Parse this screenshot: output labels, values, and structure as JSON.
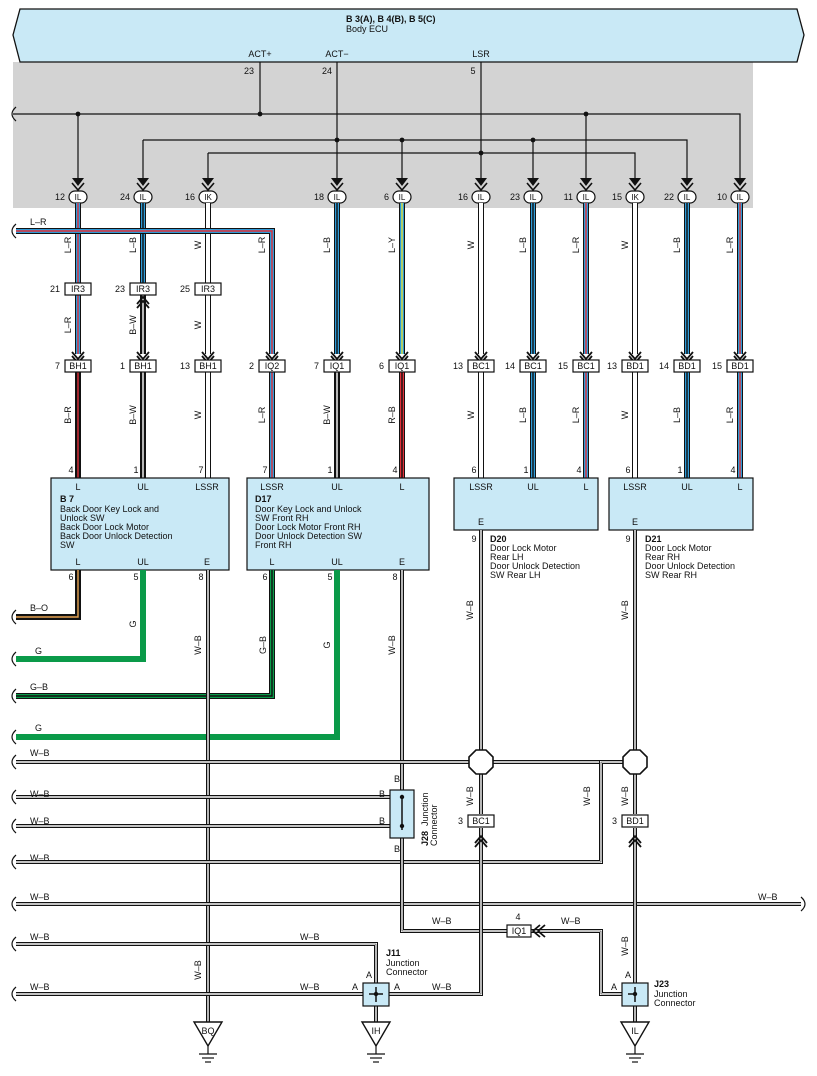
{
  "ecu": {
    "title": "B 3(A), B 4(B), B 5(C)",
    "subtitle": "Body ECU",
    "pins": [
      {
        "name": "ACT+",
        "num": "23"
      },
      {
        "name": "ACT−",
        "num": "24"
      },
      {
        "name": "LSR",
        "num": "5"
      }
    ]
  },
  "connectors_top": [
    {
      "pin": "12",
      "code": "IL",
      "wire": "L–R"
    },
    {
      "pin": "24",
      "code": "IL",
      "wire": "L–B"
    },
    {
      "pin": "16",
      "code": "IK",
      "wire": "W"
    },
    {
      "pin": "18",
      "code": "IL",
      "wire": "L–B"
    },
    {
      "pin": "6",
      "code": "IL",
      "wire": "L–Y"
    },
    {
      "pin": "16",
      "code": "IL",
      "wire": "W"
    },
    {
      "pin": "23",
      "code": "IL",
      "wire": "L–B"
    },
    {
      "pin": "11",
      "code": "IL",
      "wire": "L–R"
    },
    {
      "pin": "15",
      "code": "IK",
      "wire": "W"
    },
    {
      "pin": "22",
      "code": "IL",
      "wire": "L–B"
    },
    {
      "pin": "10",
      "code": "IL",
      "wire": "L–R"
    }
  ],
  "left_wire_top": "L–R",
  "extra_wire_mid": "L–R",
  "ir3": [
    {
      "pin": "21",
      "code": "IR3",
      "wire": "L–R"
    },
    {
      "pin": "23",
      "code": "IR3",
      "wire": "B–W"
    },
    {
      "pin": "25",
      "code": "IR3",
      "wire": "W"
    }
  ],
  "mid_connectors": [
    {
      "pin": "7",
      "code": "BH1",
      "wire": "B–R"
    },
    {
      "pin": "1",
      "code": "BH1",
      "wire": "B–W"
    },
    {
      "pin": "13",
      "code": "BH1",
      "wire": "W"
    },
    {
      "pin": "2",
      "code": "IQ2",
      "wire": "L–R"
    },
    {
      "pin": "7",
      "code": "IQ1",
      "wire": "B–W"
    },
    {
      "pin": "6",
      "code": "IQ1",
      "wire": "R–B"
    },
    {
      "pin": "13",
      "code": "BC1",
      "wire": "W"
    },
    {
      "pin": "14",
      "code": "BC1",
      "wire": "L–B"
    },
    {
      "pin": "15",
      "code": "BC1",
      "wire": "L–R"
    },
    {
      "pin": "13",
      "code": "BD1",
      "wire": "W"
    },
    {
      "pin": "14",
      "code": "BD1",
      "wire": "L–B"
    },
    {
      "pin": "15",
      "code": "BD1",
      "wire": "L–R"
    }
  ],
  "components": {
    "b7": {
      "id": "B 7",
      "lines": [
        "Back Door Key Lock and",
        "Unlock SW",
        "Back Door Lock Motor",
        "Back Door Unlock Detection",
        "SW"
      ],
      "top_pins": [
        {
          "num": "4",
          "label": "L"
        },
        {
          "num": "1",
          "label": "UL"
        },
        {
          "num": "7",
          "label": "LSSR"
        }
      ],
      "bottom_pins": [
        {
          "num": "6",
          "label": "L"
        },
        {
          "num": "5",
          "label": "UL"
        },
        {
          "num": "8",
          "label": "E"
        }
      ]
    },
    "d17": {
      "id": "D17",
      "lines": [
        "Door Key Lock and Unlock",
        "SW Front RH",
        "Door Lock Motor Front RH",
        "Door Unlock Detection SW",
        "Front RH"
      ],
      "top_pins": [
        {
          "num": "7",
          "label": "LSSR"
        },
        {
          "num": "1",
          "label": "UL"
        },
        {
          "num": "4",
          "label": "L"
        }
      ],
      "bottom_pins": [
        {
          "num": "6",
          "label": "L"
        },
        {
          "num": "5",
          "label": "UL"
        },
        {
          "num": "8",
          "label": "E"
        }
      ]
    },
    "d20": {
      "id": "D20",
      "lines": [
        "Door Lock Motor",
        "Rear LH",
        "Door Unlock Detection",
        "SW Rear LH"
      ],
      "top_pins": [
        {
          "num": "6",
          "label": "LSSR"
        },
        {
          "num": "1",
          "label": "UL"
        },
        {
          "num": "4",
          "label": "L"
        }
      ],
      "bottom_pin": {
        "num": "9",
        "label": "E"
      }
    },
    "d21": {
      "id": "D21",
      "lines": [
        "Door Lock Motor",
        "Rear RH",
        "Door Unlock Detection",
        "SW Rear RH"
      ],
      "top_pins": [
        {
          "num": "6",
          "label": "LSSR"
        },
        {
          "num": "1",
          "label": "UL"
        },
        {
          "num": "4",
          "label": "L"
        }
      ],
      "bottom_pin": {
        "num": "9",
        "label": "E"
      }
    }
  },
  "bottom_wires": {
    "b7_l": "B–O",
    "b7_ul": "G",
    "b7_ul_out": "G",
    "b7_e": "W–B",
    "d17_l": "G–B",
    "d17_l_out": "G–B",
    "d17_ul": "G",
    "d17_ul_out": "G",
    "d17_e": "W–B",
    "d20_e": "W–B",
    "d21_e": "W–B"
  },
  "left_wb_labels": [
    "W–B",
    "W–B",
    "W–B",
    "W–B",
    "W–B",
    "W–B",
    "W–B"
  ],
  "right_wb_label": "W–B",
  "j28": {
    "id": "J28",
    "name": [
      "Junction",
      "Connector"
    ],
    "pin": "B"
  },
  "bc1_bottom": {
    "pin": "3",
    "code": "BC1",
    "wire": "W–B"
  },
  "bd1_bottom": {
    "pin": "3",
    "code": "BD1",
    "wire": "W–B"
  },
  "bd1_side_wire": "W–B",
  "iq1_bottom": {
    "pin": "4",
    "code": "IQ1",
    "wire_left": "W–B",
    "wire_right": "W–B"
  },
  "j11": {
    "id": "J11",
    "name": [
      "Junction",
      "Connector"
    ],
    "pin": "A",
    "wire_in": "W–B",
    "wire_row7": "W–B",
    "wire_right": "W–B"
  },
  "j23": {
    "id": "J23",
    "name": [
      "Junction",
      "Connector"
    ],
    "pin": "A",
    "wire": "W–B"
  },
  "grounds": [
    "BQ",
    "IH",
    "IL"
  ],
  "colors": {
    "ecu_fill": "#c9e9f6",
    "shade": "#d3d3d3",
    "blue": "#2f9bd7",
    "red": "#e0313a",
    "yellow": "#e8e53a",
    "green": "#0a9a49",
    "orange": "#e7a453",
    "black": "#111111"
  }
}
